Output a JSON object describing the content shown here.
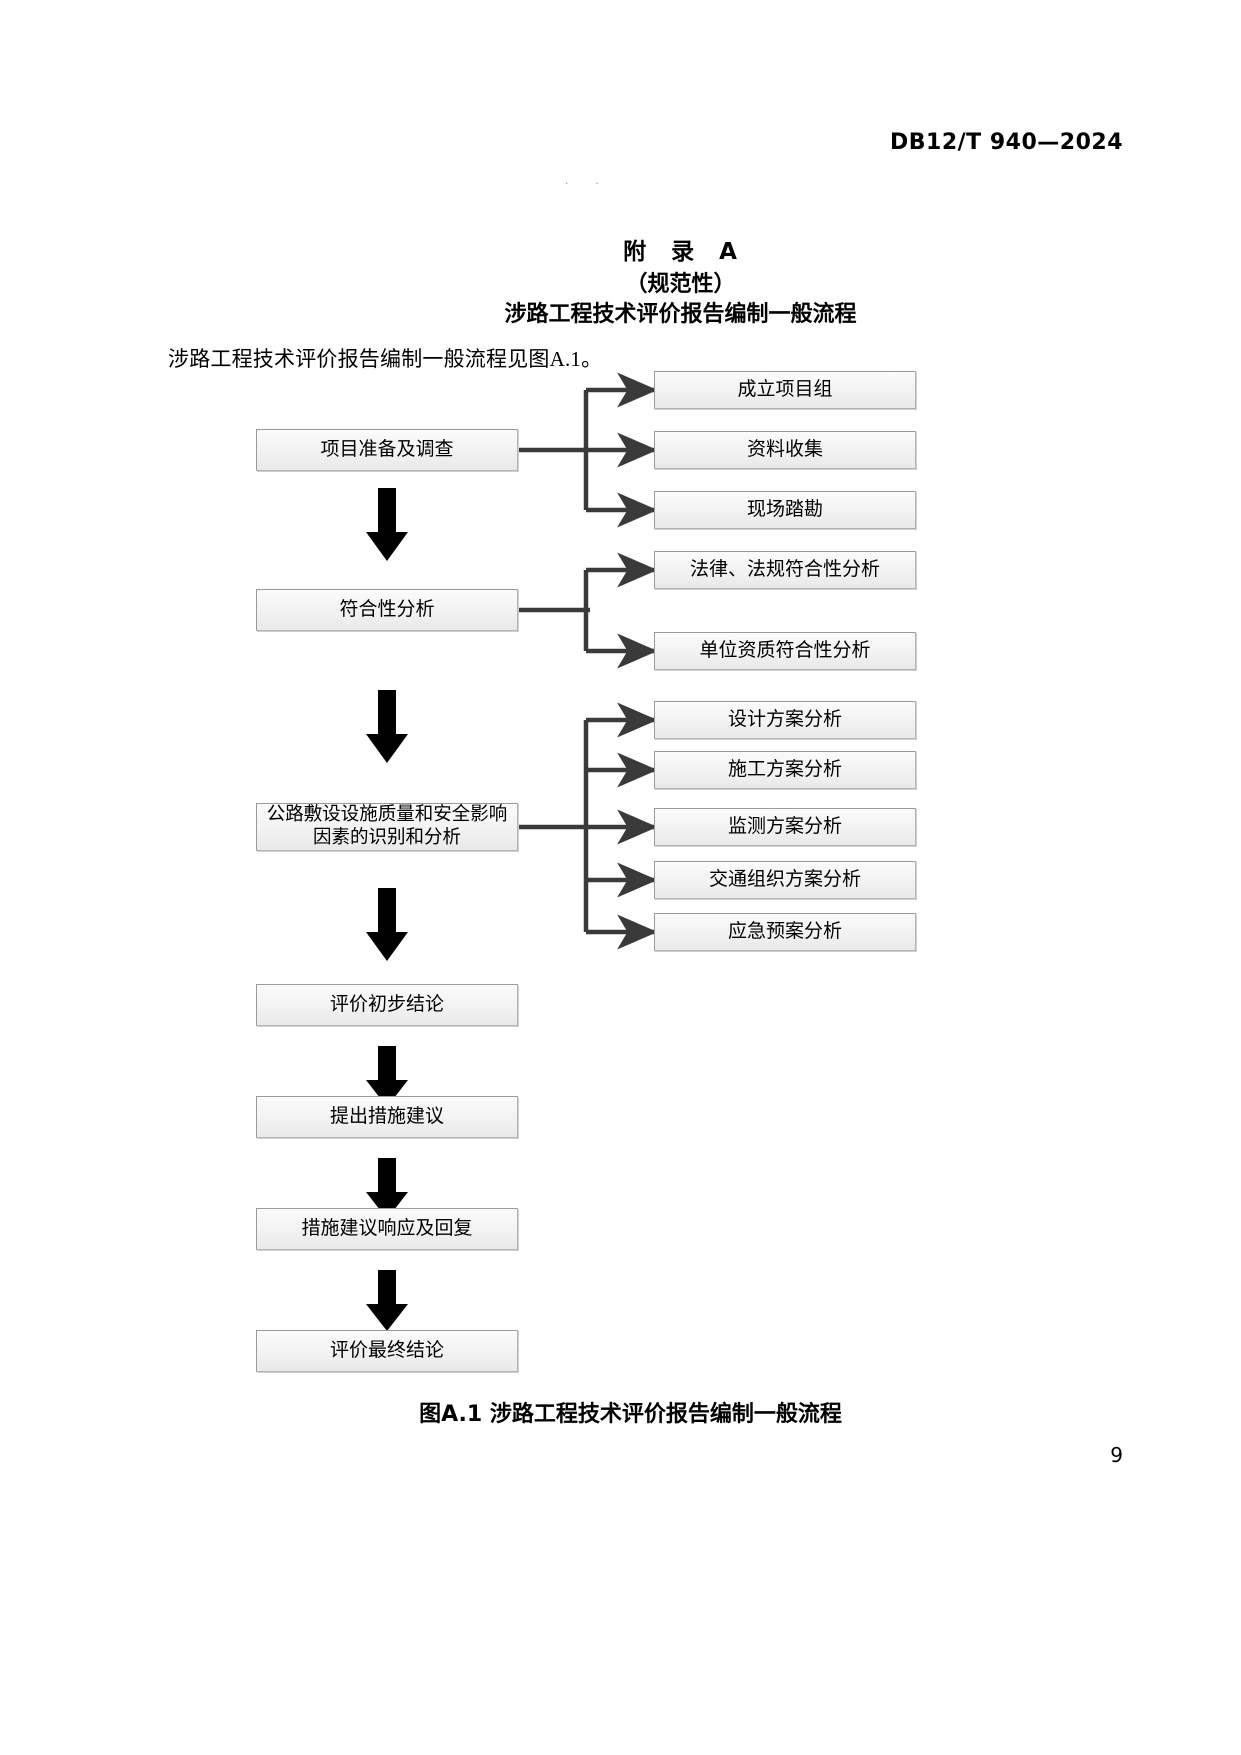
{
  "header": {
    "standard_number": "DB12/T 940—2024"
  },
  "titles": {
    "appendix": "附　录　A",
    "normative": "（规范性）",
    "heading": "涉路工程技术评价报告编制一般流程"
  },
  "body": {
    "intro": "涉路工程技术评价报告编制一般流程见图A.1。"
  },
  "flowchart": {
    "main_nodes": [
      {
        "id": "prep",
        "label": "项目准备及调查"
      },
      {
        "id": "compliance",
        "label": "符合性分析"
      },
      {
        "id": "identification",
        "label": "公路敷设设施质量和安全影响因素的识别和分析"
      },
      {
        "id": "preliminary",
        "label": "评价初步结论"
      },
      {
        "id": "measures",
        "label": "提出措施建议"
      },
      {
        "id": "response",
        "label": "措施建议响应及回复"
      },
      {
        "id": "final",
        "label": "评价最终结论"
      }
    ],
    "branch_group_1": [
      {
        "id": "team",
        "label": "成立项目组"
      },
      {
        "id": "data",
        "label": "资料收集"
      },
      {
        "id": "survey",
        "label": "现场踏勘"
      }
    ],
    "branch_group_2": [
      {
        "id": "law",
        "label": "法律、法规符合性分析"
      },
      {
        "id": "qualification",
        "label": "单位资质符合性分析"
      }
    ],
    "branch_group_3": [
      {
        "id": "design",
        "label": "设计方案分析"
      },
      {
        "id": "construction",
        "label": "施工方案分析"
      },
      {
        "id": "monitoring",
        "label": "监测方案分析"
      },
      {
        "id": "traffic",
        "label": "交通组织方案分析"
      },
      {
        "id": "emergency",
        "label": "应急预案分析"
      }
    ]
  },
  "figure_caption": "图A.1 涉路工程技术评价报告编制一般流程",
  "page_number": "9",
  "colors": {
    "node_border": "#9a9a9a",
    "connector": "#3a3a3a",
    "arrow_fill": "#000000",
    "text": "#000000"
  }
}
